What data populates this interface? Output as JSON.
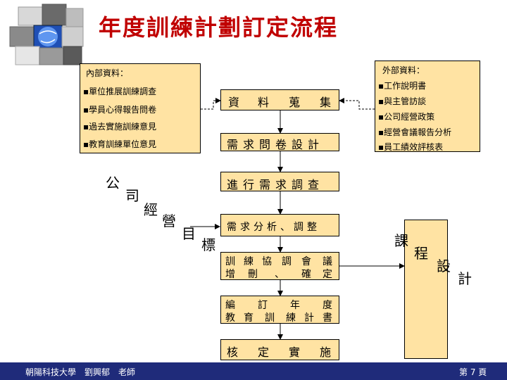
{
  "title": "年度訓練計劃訂定流程",
  "internal": {
    "title": "內部資料：",
    "items": [
      "單位推展訓練調查",
      "學員心得報告問卷",
      "過去實施訓練意見",
      "教育訓練單位意見"
    ]
  },
  "external": {
    "title": "外部資料：",
    "items": [
      "工作說明書",
      "與主管訪談",
      "公司經營政策",
      "經營會議報告分析",
      "員工績效評核表"
    ]
  },
  "flow": {
    "collect": [
      "資",
      "料",
      "蒐",
      "集"
    ],
    "survey_design": "需求問卷設計",
    "survey": "進行需求調查",
    "analysis": "需求分析、調整",
    "meeting_line1": [
      "訓",
      "練",
      "協",
      "調",
      "會",
      "議"
    ],
    "meeting_line2": [
      "增",
      "刪",
      "、",
      "確",
      "定"
    ],
    "plan_line1": [
      "編",
      "訂",
      "年",
      "度"
    ],
    "plan_line2": [
      "教",
      "育",
      "訓",
      "練",
      "計",
      "書"
    ],
    "implement": [
      "核",
      "定",
      "實",
      "施"
    ]
  },
  "company_goal": [
    "公",
    "司",
    "經",
    "營",
    "目",
    "標"
  ],
  "course_design": [
    "課",
    "程",
    "設",
    "計"
  ],
  "footer": {
    "left": "朝陽科技大學　劉興郁　老師",
    "right": "第 7 頁"
  },
  "colors": {
    "title": "#c00000",
    "box_fill": "#ffe3a3",
    "footer_bg": "#1f2b7a"
  }
}
